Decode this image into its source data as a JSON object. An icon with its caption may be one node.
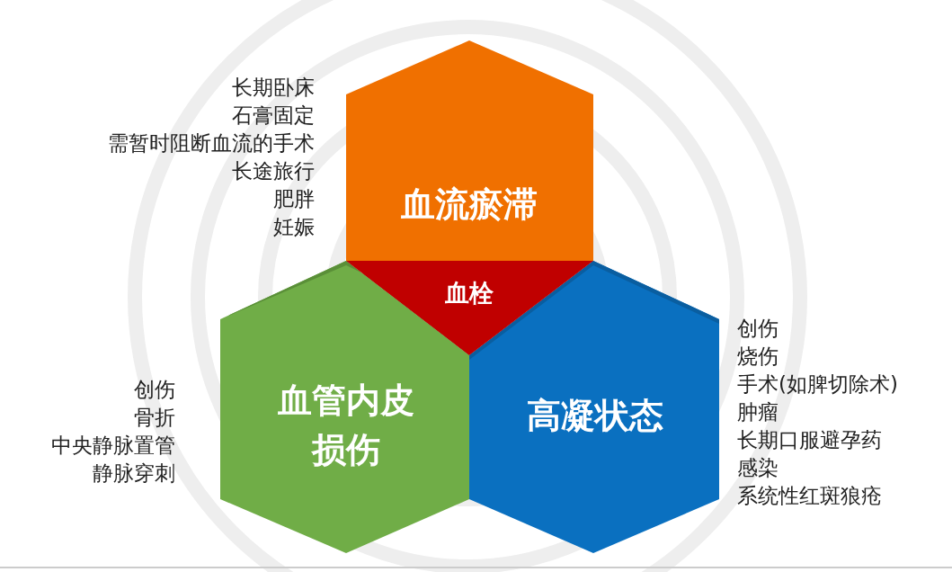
{
  "diagram": {
    "nodes": [
      {
        "text": [
          "血流瘀滞"
        ],
        "beside": [
          "长期卧床",
          "石膏固定",
          "需暂时阻断血流的手术",
          "长途旅行",
          "肥胖",
          "妊娠"
        ]
      },
      {
        "text": [
          "血管内皮损伤"
        ],
        "beside": [
          "创伤",
          "骨折",
          "中央静脉置管",
          "静脉穿刺"
        ]
      },
      {
        "text": [
          "高凝状态"
        ],
        "beside": [
          "创伤",
          "烧伤",
          "手术(如脾切除术)",
          "肿瘤",
          "长期口服避孕药",
          "感染",
          "系统性红斑狼疮"
        ]
      },
      {
        "text": [
          "血栓"
        ]
      }
    ]
  }
}
